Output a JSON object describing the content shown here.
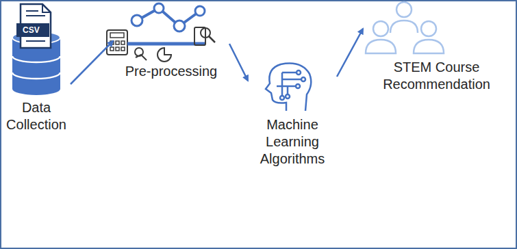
{
  "diagram": {
    "nodes": [
      {
        "text": [
          "Data Collection"
        ]
      },
      {
        "text": [
          "Pre-processing"
        ]
      },
      {
        "text": [
          "Machine Learning Algorithms"
        ]
      },
      {
        "text": [
          "STEM Course Recommendation"
        ]
      }
    ],
    "edges": [
      {
        "from": 0,
        "to": 1,
        "arrow": "to"
      },
      {
        "from": 1,
        "to": 2,
        "arrow": "to"
      },
      {
        "from": 2,
        "to": 3,
        "arrow": "to"
      }
    ],
    "labels": [
      "CSV"
    ]
  }
}
